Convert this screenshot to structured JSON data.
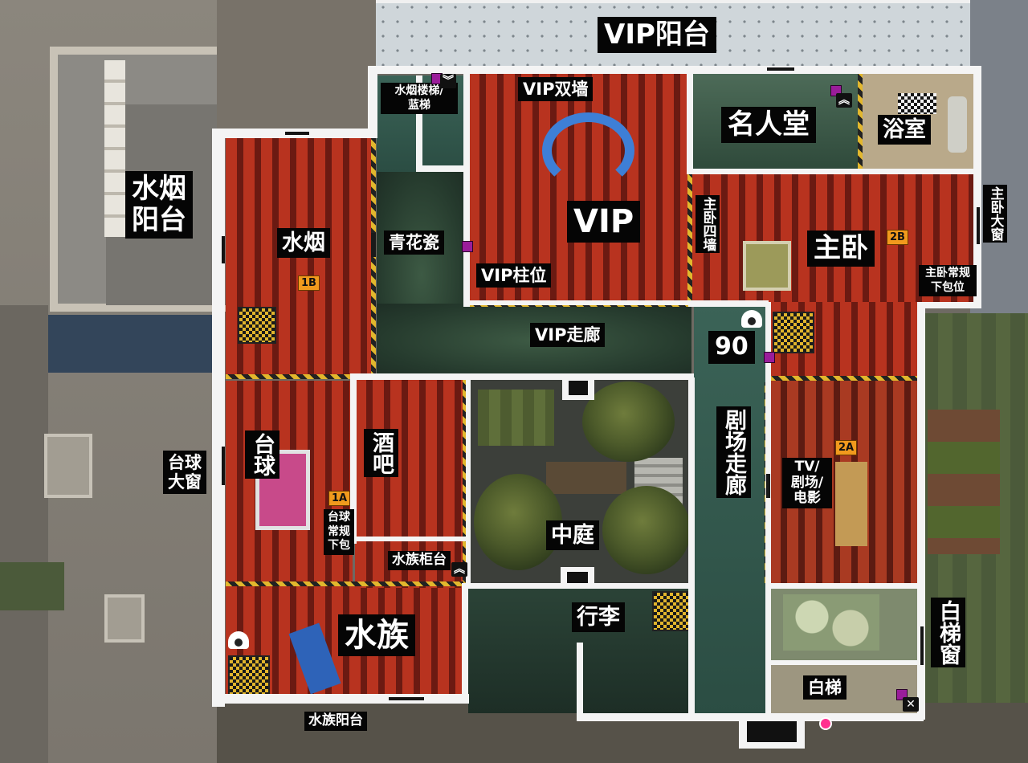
{
  "labels": {
    "vip_balcony": "VIP阳台",
    "hookah_stairs_blue": "水烟楼梯/\n蓝梯",
    "vip_double_wall": "VIP双墙",
    "hall_of_fame": "名人堂",
    "bathroom": "浴室",
    "hookah_balcony": "水烟\n阳台",
    "hookah": "水烟",
    "qinghuaci": "青花瓷",
    "vip": "VIP",
    "master_bed_four_wall": "主卧四墙",
    "master_bedroom": "主卧",
    "master_bed_window": "主卧大窗",
    "master_bed_plant": "主卧常规\n下包位",
    "vip_pillar": "VIP柱位",
    "vip_hallway": "VIP走廊",
    "ninety": "90",
    "billiards_window": "台球\n大窗",
    "billiards": "台球",
    "bar": "酒吧",
    "theater_hallway": "剧场走廊",
    "tv_theater": "TV/\n剧场/\n电影",
    "billiards_plant": "台球\n常规\n下包",
    "courtyard": "中庭",
    "aquarium_counter": "水族柜台",
    "luggage": "行李",
    "white_stairs_window": "白梯窗",
    "aquarium": "水族",
    "white_stairs": "白梯",
    "aquarium_balcony": "水族阳台"
  },
  "sites": {
    "site_1a": "1A",
    "site_1b": "1B",
    "site_2a": "2A",
    "site_2b": "2B"
  },
  "icons": {
    "ladder_up": "︽",
    "ladder_down": "︾",
    "ladder_cross": "✕"
  },
  "colors": {
    "objective_stripes": "#b8331f",
    "label_bg": "#050505",
    "site_marker": "#f19a1d",
    "hatch": "#9a1d9a",
    "wall": "#f4f4f4"
  }
}
